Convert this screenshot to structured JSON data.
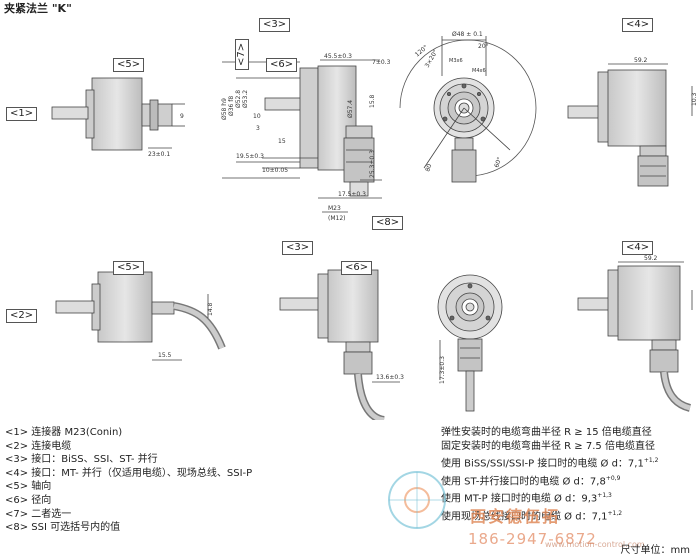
{
  "title": "夹紧法兰 \"K\"",
  "views": {
    "v3_top": "<3>",
    "v4_top": "<4>",
    "v5_top": "<5>",
    "v6_top": "<6>",
    "v7_top": "<7>",
    "v8_top": "<8>",
    "v1_side": "<1>",
    "v3_bot": "<3>",
    "v4_bot": "<4>",
    "v5_bot": "<5>",
    "v6_bot": "<6>",
    "v2_side": "<2>"
  },
  "dimensions": {
    "d_23": "23±0.1",
    "d_9": "9",
    "d_45_5": "45.5±0.3",
    "d_7": "7±0.3",
    "d_58": "Ø58 h9",
    "d_36": "Ø36 f8",
    "d_52": "Ø52.8",
    "d_53_2": "Ø53.2",
    "d_15_8": "15.8",
    "d_57": "Ø57.4",
    "d_10": "10",
    "d_3": "3",
    "d_15": "15",
    "d_19_5": "19.5±0.3",
    "d_10_05": "10±0.05",
    "d_25_3": "25.3±0.3",
    "d_17_5": "17.5±0.3",
    "d_m23": "M23",
    "d_m12": "(M12)",
    "d_48": "Ø48 ± 0.1",
    "d_20": "20°",
    "d_120": "120°",
    "d_3x20": "3×20°",
    "d_m3": "M3x6",
    "d_m4": "M4x6",
    "d_80": "80",
    "d_60": "60°",
    "d_59_2_top": "59.2",
    "d_10_3": "10.3",
    "d_14_8": "14.8",
    "d_15_5": "15.5",
    "d_13_6": "13.6±0.3",
    "d_17_3": "17.3±0.3",
    "d_59_2_bot": "59.2"
  },
  "legend": [
    "<1> 连接器 M23(Conin)",
    "<2> 连接电缆",
    "<3> 接口：BiSS、SSI、ST- 并行",
    "<4> 接口：MT- 并行（仅适用电缆）、现场总线、SSI-P",
    "<5> 轴向",
    "<6> 径向",
    "<7> 二者选一",
    "<8> SSI 可选括号内的值"
  ],
  "notes": [
    {
      "text": "弹性安装时的电缆弯曲半径 R ≥ 15 倍电缆直径",
      "sup": ""
    },
    {
      "text": "固定安装时的电缆弯曲半径 R ≥ 7.5 倍电缆直径",
      "sup": ""
    },
    {
      "text": "使用 BiSS/SSI/SSI-P 接口时的电缆 Ø d：7,1",
      "sup": "+1,2"
    },
    {
      "text": "使用 ST-并行接口时的电缆 Ø d：7,8",
      "sup": "+0,9"
    },
    {
      "text": "使用 MT-P 接口时的电缆 Ø d：9,3",
      "sup": "+1,3"
    },
    {
      "text": "使用现场总线接口时的电缆 Ø d：7,1",
      "sup": "+1,2"
    }
  ],
  "unit": "尺寸单位：mm",
  "watermark": {
    "brand": "西安德伍拓",
    "phone": "186-2947-6872",
    "url": "www.motion-control.com"
  },
  "colors": {
    "body_fill": "#d9d9d9",
    "body_dark": "#b8b8b8",
    "line": "#444444",
    "watermark": "#e08a5a"
  }
}
